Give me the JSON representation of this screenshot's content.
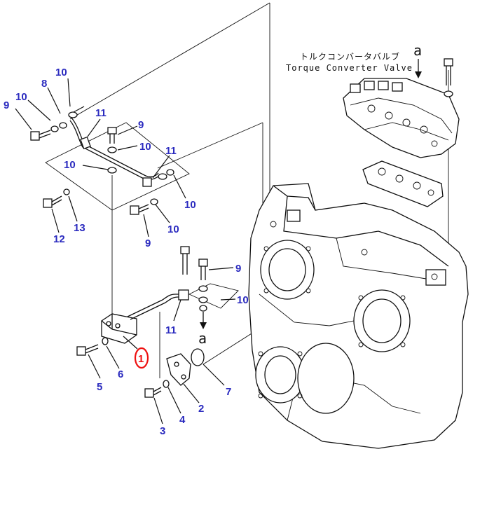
{
  "valve": {
    "label_jp": "トルクコンバータバルブ",
    "label_en": "Torque Converter Valve"
  },
  "view_marks": {
    "top": "a",
    "bottom": "a"
  },
  "callouts": [
    {
      "id": "c-10-a",
      "text": "10"
    },
    {
      "id": "c-9-a",
      "text": "9"
    },
    {
      "id": "c-10-b",
      "text": "10"
    },
    {
      "id": "c-8",
      "text": "8"
    },
    {
      "id": "c-10-c",
      "text": "10"
    },
    {
      "id": "c-11-a",
      "text": "11"
    },
    {
      "id": "c-9-b",
      "text": "9"
    },
    {
      "id": "c-10-d",
      "text": "10"
    },
    {
      "id": "c-11-b",
      "text": "11"
    },
    {
      "id": "c-10-e",
      "text": "10"
    },
    {
      "id": "c-10-f",
      "text": "10"
    },
    {
      "id": "c-12",
      "text": "12"
    },
    {
      "id": "c-13",
      "text": "13"
    },
    {
      "id": "c-10-g",
      "text": "10"
    },
    {
      "id": "c-9-c",
      "text": "9"
    },
    {
      "id": "c-9-d",
      "text": "9"
    },
    {
      "id": "c-10-h",
      "text": "10"
    },
    {
      "id": "c-11-c",
      "text": "11"
    },
    {
      "id": "c-5",
      "text": "5"
    },
    {
      "id": "c-6",
      "text": "6"
    },
    {
      "id": "c-7",
      "text": "7"
    },
    {
      "id": "c-2",
      "text": "2"
    },
    {
      "id": "c-4",
      "text": "4"
    },
    {
      "id": "c-3",
      "text": "3"
    }
  ],
  "highlight": {
    "text": "1",
    "color": "#e11111"
  },
  "callout_color": "#2b2bbf"
}
